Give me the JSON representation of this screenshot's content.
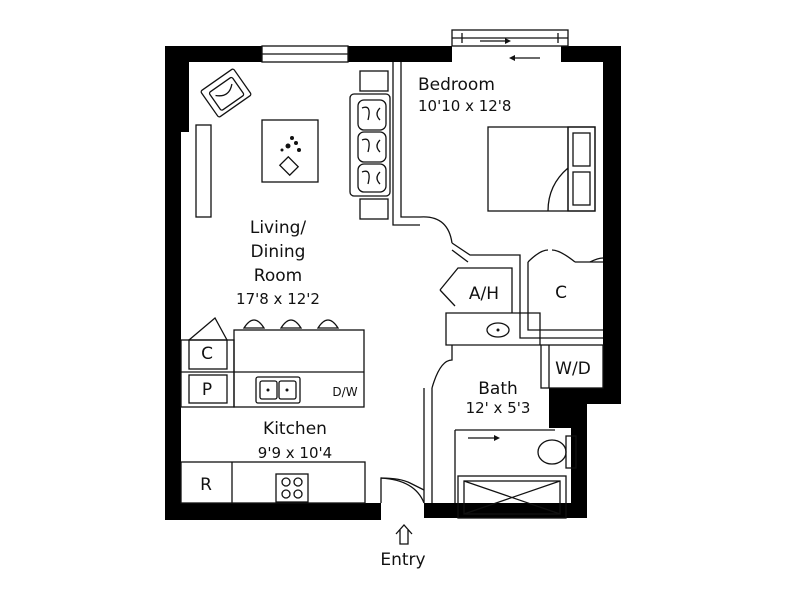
{
  "rooms": {
    "bedroom": {
      "name": "Bedroom",
      "dims": "10'10 x 12'8"
    },
    "living": {
      "name_line1": "Living/",
      "name_line2": "Dining",
      "name_line3": "Room",
      "dims": "17'8 x 12'2"
    },
    "kitchen": {
      "name": "Kitchen",
      "dims": "9'9 x 10'4"
    },
    "bath": {
      "name": "Bath",
      "dims": "12' x 5'3"
    }
  },
  "labels": {
    "ah": "A/H",
    "closet_bedroom": "C",
    "closet_kitchen": "C",
    "pantry": "P",
    "dishwasher": "D/W",
    "fridge": "R",
    "washer_dryer": "W/D",
    "entry": "Entry"
  },
  "icons": [
    "armchair-icon",
    "coffee-table-icon",
    "sofa-icon",
    "bed-icon",
    "sink-icon",
    "stove-icon",
    "toilet-icon",
    "bathtub-icon",
    "bar-stool-icon",
    "entry-arrow-icon"
  ]
}
